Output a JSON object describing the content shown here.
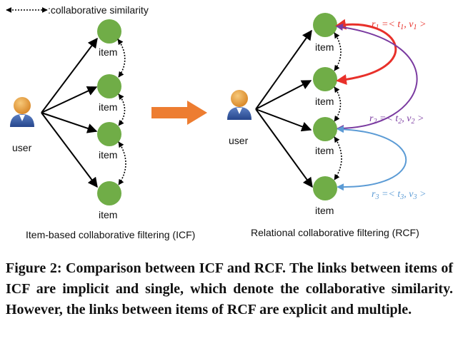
{
  "legend": {
    "text": ":collaborative similarity"
  },
  "icf": {
    "user_label": "user",
    "item_label": "item",
    "title": "Item-based collaborative filtering (ICF)"
  },
  "rcf": {
    "user_label": "user",
    "item_label": "item",
    "title": "Relational collaborative filtering (RCF)",
    "relations": [
      {
        "prefix": "r",
        "index": "1",
        "t": "t",
        "v": "v",
        "color": "#e8302a"
      },
      {
        "prefix": "r",
        "index": "2",
        "t": "t",
        "v": "v",
        "color": "#7a3aa0"
      },
      {
        "prefix": "r",
        "index": "3",
        "t": "t",
        "v": "v",
        "color": "#5b9bd5"
      }
    ]
  },
  "colors": {
    "item_node": "#70ad47",
    "arrow": "#ed7d31",
    "edge": "#000000"
  },
  "caption": "Figure 2: Comparison between ICF and RCF. The links between items of ICF are implicit and single, which denote the collaborative similarity. However, the links between items of RCF are explicit and multiple."
}
